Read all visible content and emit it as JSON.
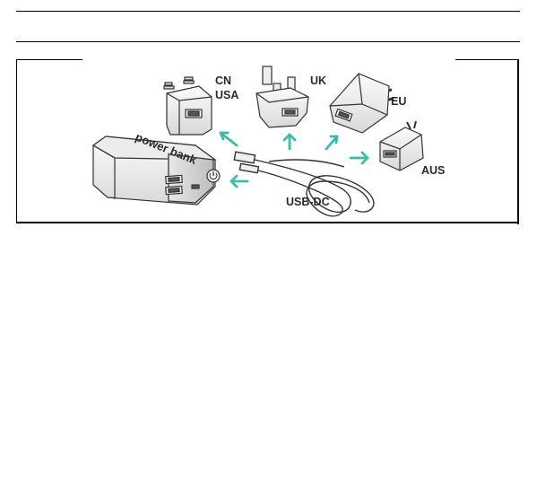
{
  "labels": {
    "cn": "CN",
    "usa": "USA",
    "uk": "UK",
    "eu": "EU",
    "aus": "AUS",
    "usb_dc": "USB-DC",
    "power_bank": "power bank"
  },
  "colors": {
    "arrow": "#3dbba6",
    "outline": "#333333",
    "rule": "#000000"
  }
}
